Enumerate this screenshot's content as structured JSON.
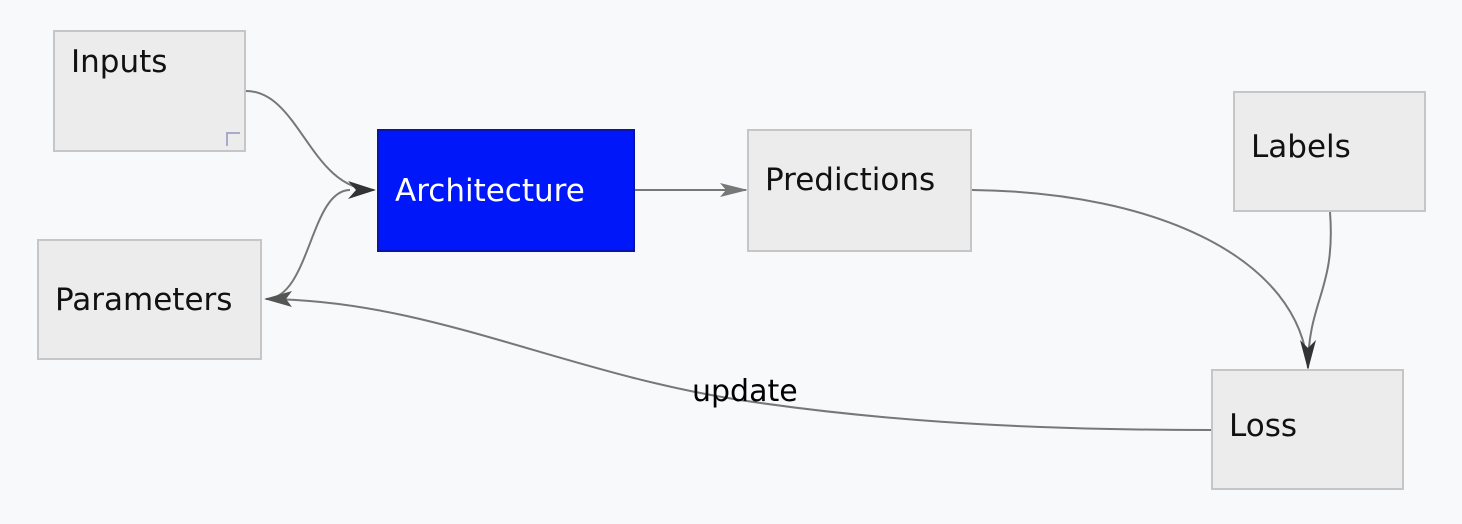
{
  "nodes": {
    "inputs": "Inputs",
    "parameters": "Parameters",
    "architecture": "Architecture",
    "predictions": "Predictions",
    "labels": "Labels",
    "loss": "Loss"
  },
  "edges": {
    "loss_to_parameters_label": "update"
  },
  "colors": {
    "highlight_fill": "#0018f9",
    "node_fill": "#ececec",
    "edge_stroke": "#777777",
    "background": "#f8f9fa"
  }
}
